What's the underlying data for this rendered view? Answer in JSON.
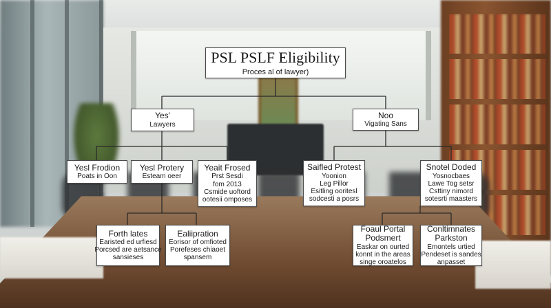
{
  "root": {
    "title": "PSL PSLF Eligibility",
    "subtitle": "Proces al of lawyer)"
  },
  "level1": {
    "yes": {
      "title": "Yes'",
      "subtitle": "Lawyers"
    },
    "no": {
      "title": "Noo",
      "subtitle": "Vigating Sans"
    }
  },
  "level2": {
    "a": {
      "lines": [
        "Yesl Frodion",
        "Poats in Oon"
      ]
    },
    "b": {
      "lines": [
        "Yesl Protery",
        "Esteam oeer"
      ]
    },
    "c": {
      "lines": [
        "Yeait Frosed",
        "Prst Sesdi",
        "fom 2013",
        "Csmide uoftord",
        "ootesii omposes"
      ]
    },
    "d": {
      "lines": [
        "Saifled Protest",
        "Yoonion",
        "Leg Pillor",
        "Esitling ooritesl",
        "sodcesti a posrs"
      ]
    },
    "e": {
      "lines": [
        "Snotel Doded",
        "Yosnocbaes",
        "Lawe Tog setsr",
        "Csttiny nimord",
        "sotesrti maasters"
      ]
    }
  },
  "level3": {
    "a": {
      "lines": [
        "Forth lates",
        "Earisted ed urfiesd",
        "Porcsed are aetsance",
        "sansieses"
      ]
    },
    "b": {
      "lines": [
        "Ealiipration",
        "Eorisor of omfioted",
        "Porefeses chiaoet",
        "spansem"
      ]
    },
    "c": {
      "lines": [
        "Foaul Portal",
        "Podsmert",
        "Easkar on ourted",
        "konnt in the areas",
        "singe oroatelos"
      ]
    },
    "d": {
      "lines": [
        "Conltimnates",
        "Parkston",
        "Emontels urtied",
        "Pendeset is sandes",
        "anpasset"
      ]
    }
  }
}
